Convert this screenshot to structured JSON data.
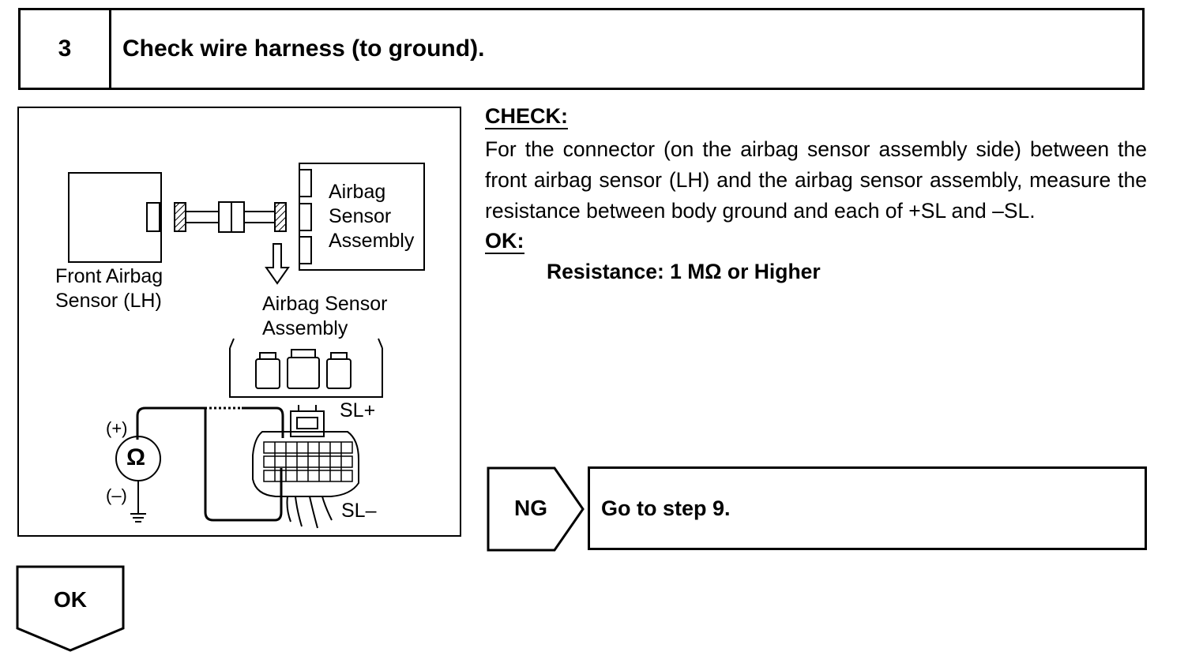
{
  "step": {
    "number": "3",
    "title": "Check wire harness (to ground)."
  },
  "diagram": {
    "front_sensor_label": "Front Airbag\nSensor (LH)",
    "sensor_assembly_label_top": "Airbag\nSensor\nAssembly",
    "sensor_assembly_label_mid": "Airbag Sensor\nAssembly",
    "sl_plus": "SL+",
    "sl_minus": "SL–",
    "meter_plus": "(+)",
    "meter_minus": "(–)",
    "meter_symbol": "Ω"
  },
  "check": {
    "heading": "CHECK:",
    "text": "For the connector (on the airbag sensor assembly side) between the front airbag sensor (LH) and the airbag sensor assembly, measure the resistance between body ground and each of +SL and –SL."
  },
  "ok": {
    "heading": "OK:",
    "spec": "Resistance: 1 MΩ or Higher"
  },
  "ng_branch": {
    "label": "NG",
    "action": "Go to step 9."
  },
  "ok_branch": {
    "label": "OK"
  }
}
